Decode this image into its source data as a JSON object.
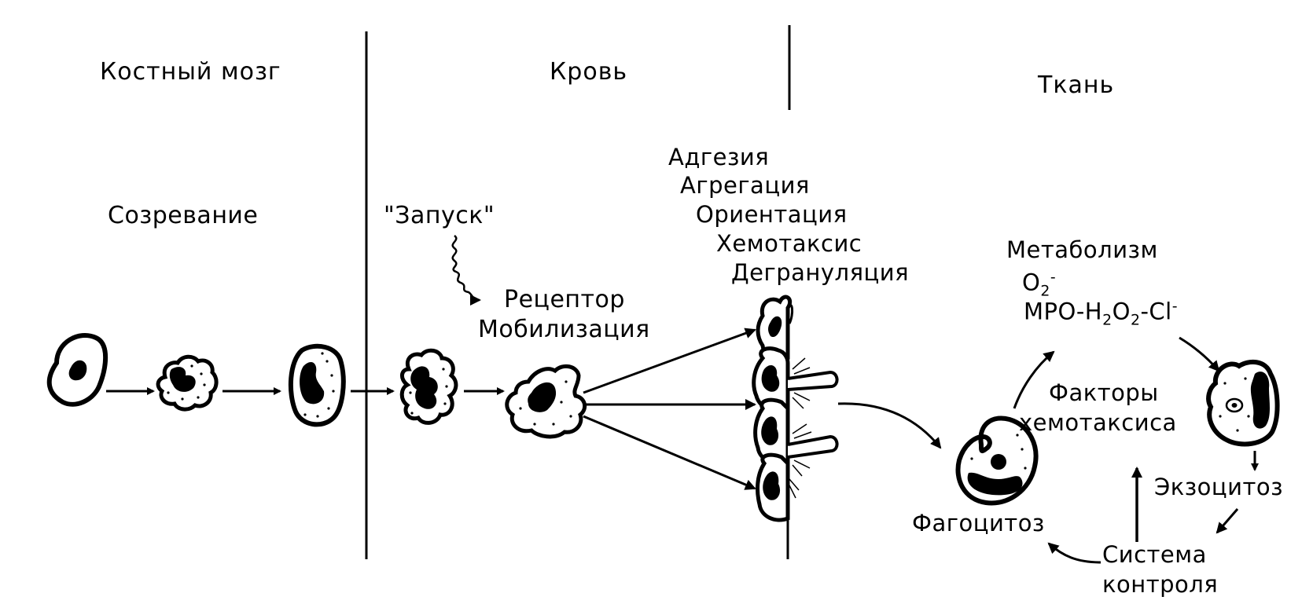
{
  "regions": {
    "bone_marrow": "Костный мозг",
    "blood": "Кровь",
    "tissue": "Ткань"
  },
  "stages": {
    "maturation": "Созревание",
    "trigger": "\"Запуск\"",
    "receptor": "Рецептор",
    "mobilization": "Мобилизация"
  },
  "events": [
    "Адгезия",
    "Агрегация",
    "Ориентация",
    "Хемотаксис",
    "Дегрануляция"
  ],
  "tissue": {
    "metabolism": "Метаболизм",
    "o2": "O",
    "o2_sub": "2",
    "o2_sup": "-",
    "mpo_prefix": "МРО-Н",
    "mpo_sub1": "2",
    "mpo_o": "O",
    "mpo_sub2": "2",
    "mpo_cl": "-Cl",
    "mpo_sup": "-",
    "chemotaxis_factors_1": "Факторы",
    "chemotaxis_factors_2": "хемотаксиса",
    "exocytosis": "Экзоцитоз",
    "phagocytosis": "Фагоцитоз",
    "control_1": "Система",
    "control_2": "контроля"
  },
  "colors": {
    "ink": "#000000",
    "paper": "#ffffff"
  }
}
